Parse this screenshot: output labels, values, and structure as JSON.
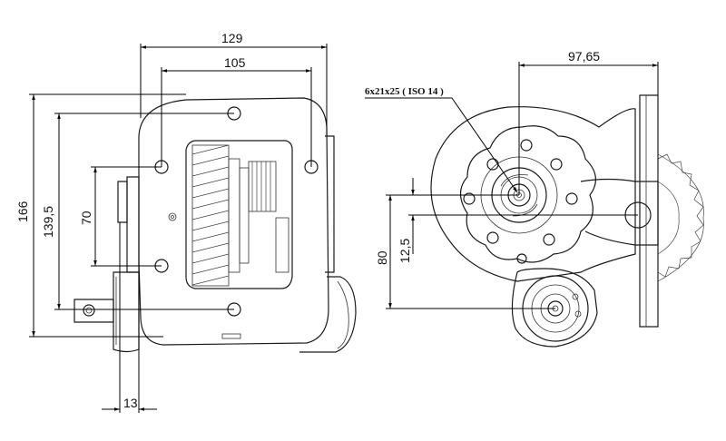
{
  "drawing": {
    "dimensions": {
      "d129": "129",
      "d105": "105",
      "d166": "166",
      "d139_5": "139,5",
      "d70": "70",
      "d13": "13",
      "d97_65": "97,65",
      "d80": "80",
      "d12_5": "12,5"
    },
    "callout": "6x21x25 ( ISO 14 )"
  }
}
